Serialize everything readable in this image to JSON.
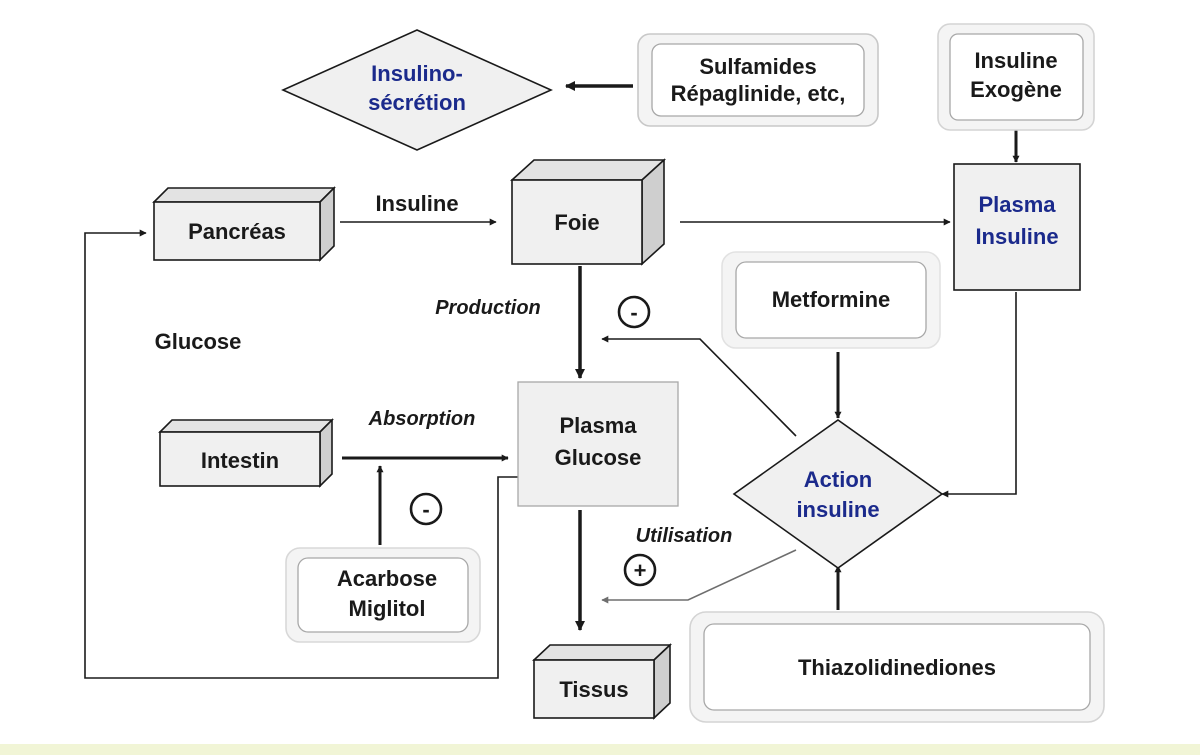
{
  "diagram": {
    "nodes": {
      "insulinosecretion": {
        "line1": "Insulino-",
        "line2": "sécrétion"
      },
      "sulfamides": {
        "line1": "Sulfamides",
        "line2": "Répaglinide, etc,"
      },
      "insuline_exogene": {
        "line1": "Insuline",
        "line2": "Exogène"
      },
      "pancreas": {
        "label": "Pancréas"
      },
      "foie": {
        "label": "Foie"
      },
      "plasma_insuline": {
        "line1": "Plasma",
        "line2": "Insuline"
      },
      "metformine": {
        "label": "Metformine"
      },
      "plasma_glucose": {
        "line1": "Plasma",
        "line2": "Glucose"
      },
      "intestin": {
        "label": "Intestin"
      },
      "action_insuline": {
        "line1": "Action",
        "line2": "insuline"
      },
      "acarbose": {
        "line1": "Acarbose",
        "line2": "Miglitol"
      },
      "tissus": {
        "label": "Tissus"
      },
      "thiazolidinediones": {
        "label": "Thiazolidinediones"
      }
    },
    "edge_labels": {
      "insuline": "Insuline",
      "production": "Production",
      "glucose": "Glucose",
      "absorption": "Absorption",
      "utilisation": "Utilisation"
    },
    "symbols": {
      "minus": "-",
      "plus": "+"
    },
    "colors": {
      "accent_text": "#1b2a8c",
      "box_fill": "#f0f0f0",
      "box_side": "#cfcfcf",
      "box_top": "#e3e3e3",
      "stroke": "#1a1a1a",
      "light_edge": "#6e6e6e",
      "rounded_outer": "#c8c8c8"
    }
  }
}
